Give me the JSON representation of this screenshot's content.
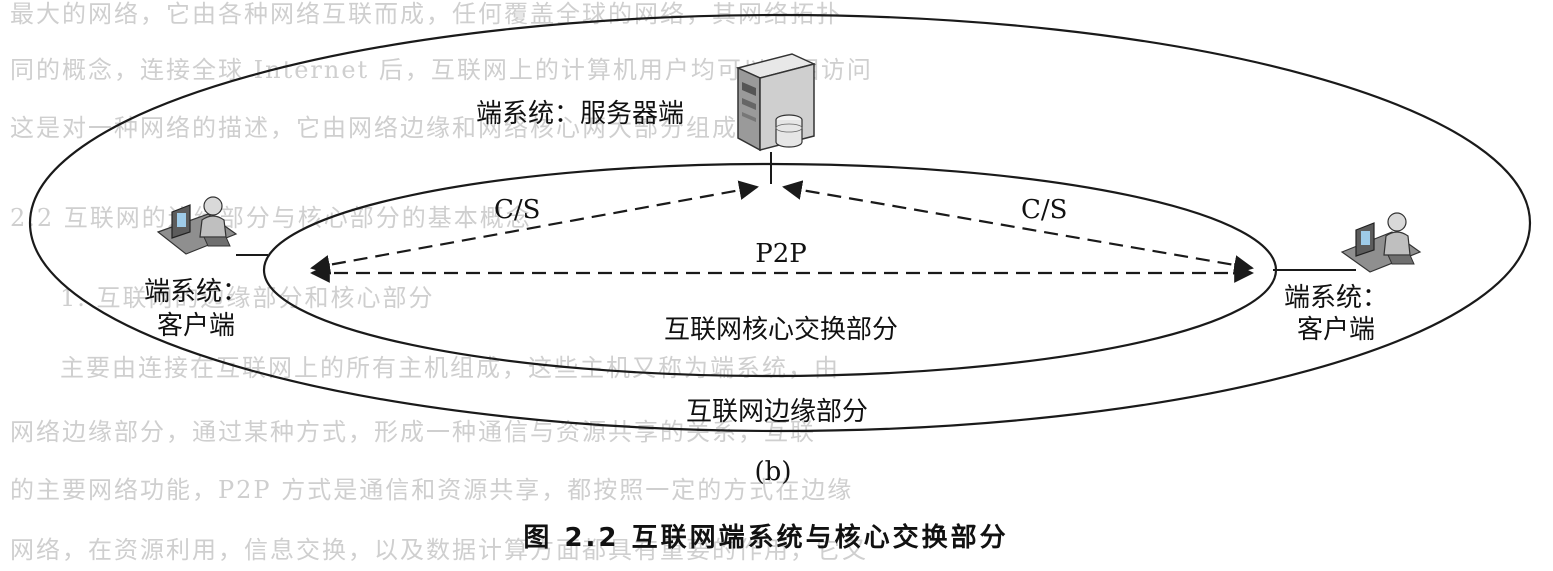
{
  "background_text": [
    "最大的网络，它由各种网络互联而成，任何覆盖全球的网络，其网络拓扑",
    "同的概念，连接全球 Internet 后，互联网上的计算机用户均可以互相访问",
    "这是对一种网络的描述，它由网络边缘和网络核心两大部分组成。",
    "2.2 互联网的边缘部分与核心部分的基本概念",
    "1. 互联网的边缘部分和核心部分",
    "主要由连接在互联网上的所有主机组成，这些主机又称为端系统，由",
    "网络边缘部分，通过某种方式，形成一种通信与资源共享的关系，互联",
    "的主要网络功能，P2P 方式是通信和资源共享，都按照一定的方式在边缘",
    "网络，在资源利用，信息交换，以及数据计算方面都具有重要的作用，它又"
  ],
  "labels": {
    "server": "端系统：服务器端",
    "client_left_line1": "端系统：",
    "client_left_line2": "客户端",
    "client_right_line1": "端系统：",
    "client_right_line2": "客户端",
    "cs_left": "C/S",
    "cs_right": "C/S",
    "p2p": "P2P",
    "core": "互联网核心交换部分",
    "edge": "互联网边缘部分",
    "subfig": "(b)",
    "figure_caption": "图 2.2   互联网端系统与核心交换部分"
  },
  "icons": {
    "server": "server-tower-icon",
    "client": "user-at-desk-icon"
  },
  "colors": {
    "line": "#1a1a1a",
    "background_text": "#cfcfcf"
  }
}
